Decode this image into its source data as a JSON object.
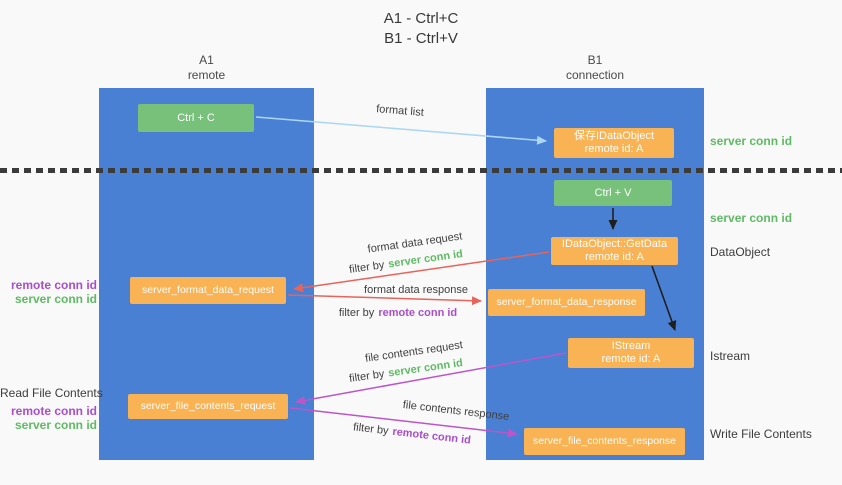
{
  "title": {
    "line1": "A1 - Ctrl+C",
    "line2": "B1 - Ctrl+V"
  },
  "lifelines": {
    "left": {
      "name": "A1",
      "role": "remote"
    },
    "right": {
      "name": "B1",
      "role": "connection"
    }
  },
  "boxes": {
    "ctrl_c": {
      "label": "Ctrl + C"
    },
    "save_idataobject": {
      "line1": "保存IDataObject",
      "line2": "remote id: A"
    },
    "ctrl_v": {
      "label": "Ctrl + V"
    },
    "getdata": {
      "line1": "IDataObject::GetData",
      "line2": "remote id: A"
    },
    "format_request": {
      "label": "server_format_data_request"
    },
    "format_response": {
      "label": "server_format_data_response"
    },
    "istream": {
      "line1": "IStream",
      "line2": "remote id: A"
    },
    "file_request": {
      "label": "server_file_contents_request"
    },
    "file_response": {
      "label": "server_file_contents_response"
    }
  },
  "arrows": {
    "format_list": {
      "label": "format list"
    },
    "format_data_request": {
      "label": "format data request",
      "filter_prefix": "filter by",
      "filter_key": "server conn id"
    },
    "format_data_response": {
      "label": "format data response",
      "filter_prefix": "filter by",
      "filter_key": "remote conn id"
    },
    "file_contents_request": {
      "label": "file contents request",
      "filter_prefix": "filter by",
      "filter_key": "server conn id"
    },
    "file_contents_response": {
      "label": "file contents response",
      "filter_prefix": "filter by",
      "filter_key": "remote conn id"
    }
  },
  "annotations": {
    "right": {
      "server_conn_id_top": "server conn id",
      "server_conn_id_mid": "server conn id",
      "dataobject": "DataObject",
      "istream": "Istream",
      "write_file_contents": "Write File Contents"
    },
    "left": {
      "remote_conn_id_top": "remote conn id",
      "server_conn_id_top": "server conn id",
      "read_file_contents": "Read File Contents",
      "remote_conn_id_bottom": "remote conn id",
      "server_conn_id_bottom": "server conn id"
    }
  },
  "colors": {
    "column_blue": "#4a80d4",
    "box_green": "#77c17b",
    "box_orange": "#f9b254",
    "arrow_red": "#e8635a",
    "arrow_magenta": "#bc55c8",
    "arrow_light_blue": "#abd7f3",
    "arrow_black": "#1f1f1f",
    "text_green": "#5fba64",
    "text_purple": "#a94ecb",
    "text_dark": "#3c3c3c"
  }
}
